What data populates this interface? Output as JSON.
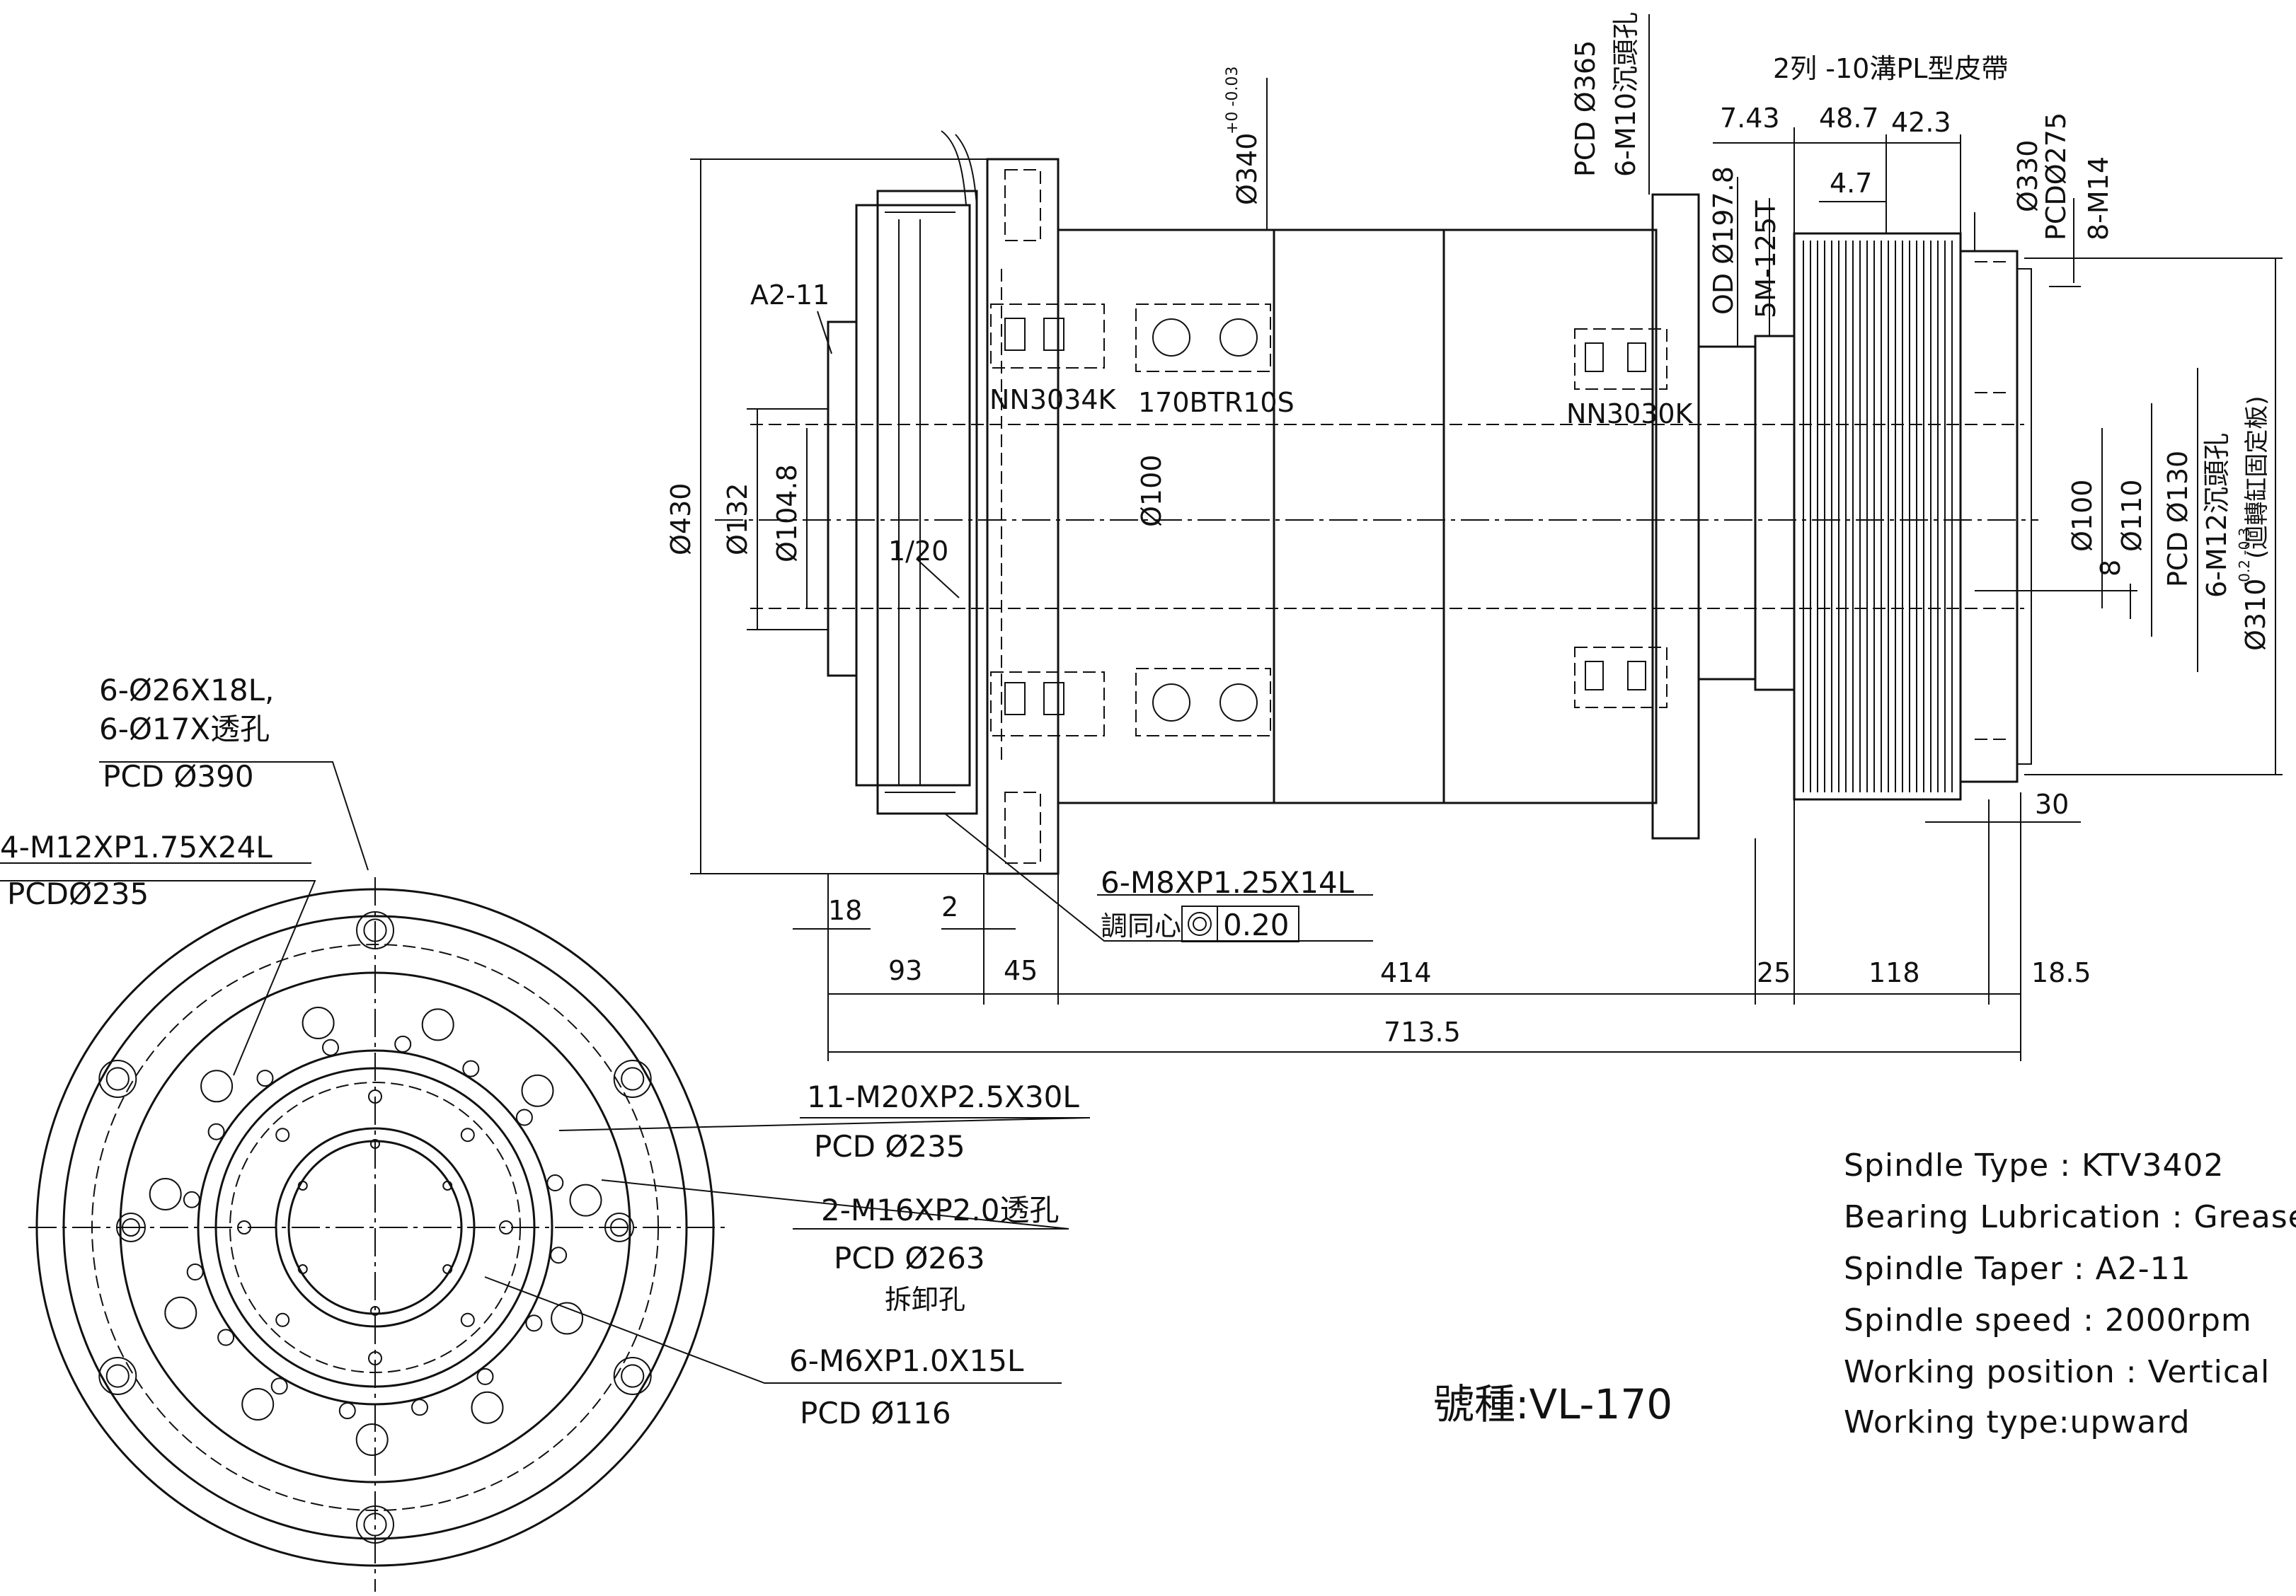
{
  "model": {
    "label": "號種:VL-170"
  },
  "specs": [
    "Spindle Type : KTV3402",
    "Bearing Lubrication : Grease",
    "Spindle Taper : A2-11",
    "Spindle speed : 2000rpm",
    "Working position : Vertical",
    "Working type:upward"
  ],
  "side_view": {
    "belt_note": "2列 -10溝PL型皮帶",
    "top_dims": [
      "7.43",
      "48.7",
      "42.3",
      "4.7"
    ],
    "pcd365": "PCD Ø365",
    "m10": "6-M10沉頭孔",
    "d340": "Ø340",
    "d340_tol": "+0 -0.03",
    "od197": "OD Ø197.8",
    "belt5m": "5M-125T",
    "d330": "Ø330",
    "pcd275": "PCDØ275",
    "m14": "8-M14",
    "a2": "A2-11",
    "bearing1": "NN3034K",
    "bearing2": "170BTR10S",
    "bearing3": "NN3030K",
    "d430": "Ø430",
    "d132": "Ø132",
    "d1048": "Ø104.8",
    "taper": "1/20",
    "d100_mid": "Ø100",
    "d100_r": "Ø100",
    "d110": "Ø110",
    "pcd130": "PCD Ø130",
    "m12r": "6-M12沉頭孔",
    "d310": "Ø310",
    "d310_tol": "-0.2 -0.3",
    "d310_note": "(迴轉缸固定板)",
    "eight": "8",
    "thirty": "30",
    "m8": "6-M8XP1.25X14L",
    "concentric": "調同心",
    "conc_val": "0.20",
    "d18": "18",
    "d2": "2",
    "bottom_dims": [
      "93",
      "45",
      "414",
      "25",
      "118",
      "18.5"
    ],
    "total": "713.5"
  },
  "front_view": {
    "h1a": "6-Ø26X18L,",
    "h1b": "6-Ø17X透孔",
    "h1c": "PCD Ø390",
    "h2a": "4-M12XP1.75X24L",
    "h2b": "PCDØ235",
    "h3a": "11-M20XP2.5X30L",
    "h3b": "PCD Ø235",
    "h4a": "2-M16XP2.0透孔",
    "h4b": "PCD Ø263",
    "h4c": "拆卸孔",
    "h5a": "6-M6XP1.0X15L",
    "h5b": "PCD Ø116"
  }
}
